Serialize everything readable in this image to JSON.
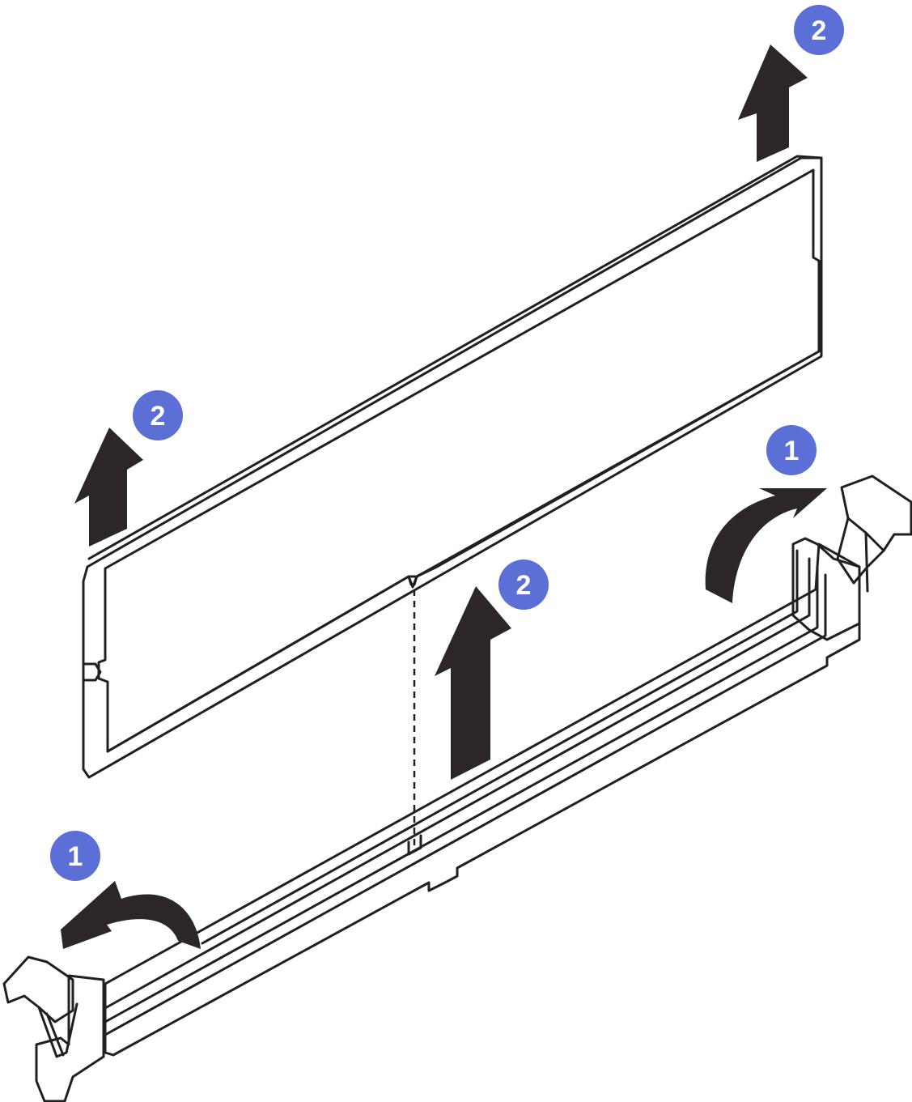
{
  "colors": {
    "callout": "#5b6fd6",
    "arrow": "#2c2627",
    "outline": "#231f20",
    "module_face": "#dcdcdc",
    "module_edge": "#c4c4c4"
  },
  "callouts": [
    {
      "id": "callout-2-top",
      "label": "2"
    },
    {
      "id": "callout-2-left",
      "label": "2"
    },
    {
      "id": "callout-2-center",
      "label": "2"
    },
    {
      "id": "callout-1-right",
      "label": "1"
    },
    {
      "id": "callout-1-left",
      "label": "1"
    }
  ]
}
